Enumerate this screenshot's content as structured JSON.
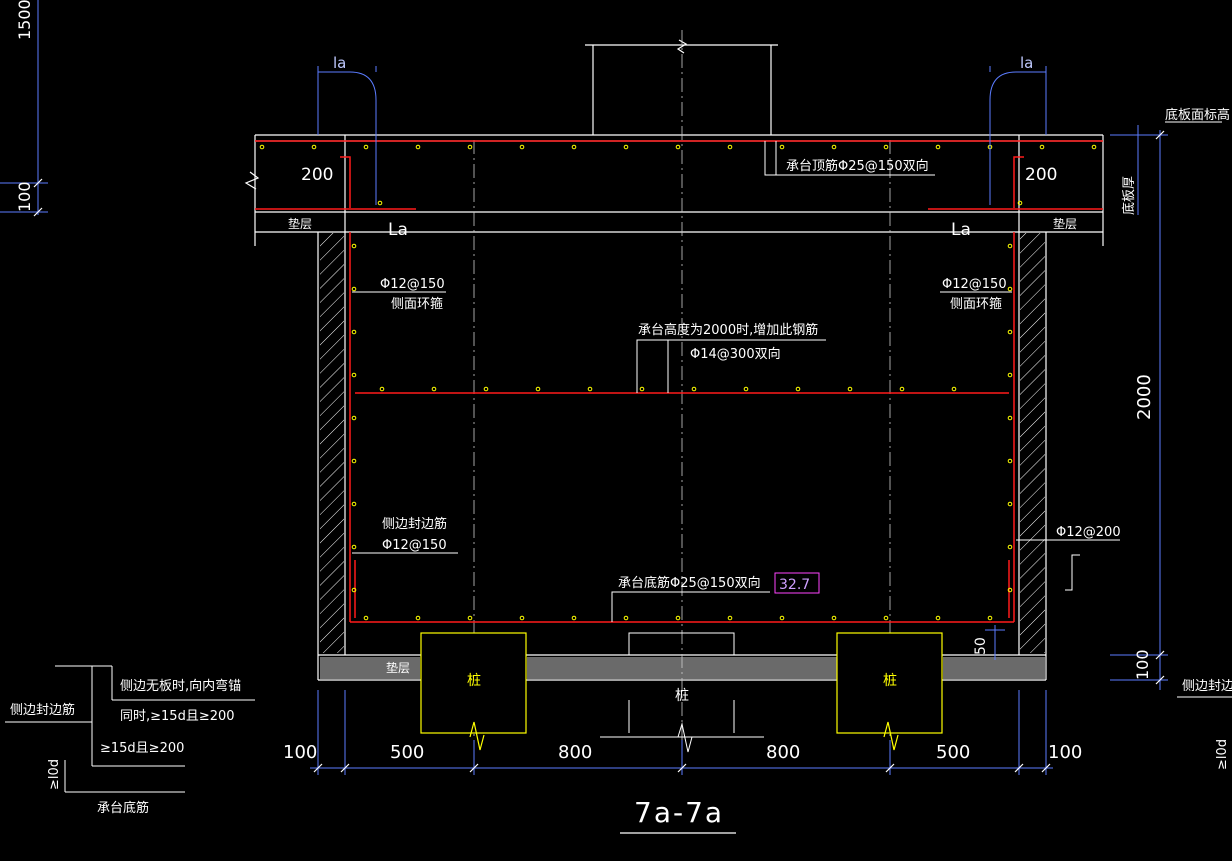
{
  "drawing": {
    "section_title": "7a-7a",
    "pile_label": "桩",
    "cushion_label": "垫层",
    "anchor_small": "la",
    "anchor_large": "La",
    "slab_thickness": "200",
    "slab_top_elev": "底板面标高",
    "slab_thick_label": "底板厚"
  },
  "annotations": {
    "top_rebar": "承台顶筋Φ25@150双向",
    "side_mesh_bar": "Φ12@150",
    "side_mesh_note": "侧面环箍",
    "mid_note": "承台高度为2000时,增加此钢筋",
    "mid_bar": "Φ14@300双向",
    "edge_note": "侧边封边筋",
    "edge_bar": "Φ12@150",
    "bottom_rebar": "承台底筋Φ25@150双向",
    "tag_value": "32.7",
    "right_bar": "Φ12@200",
    "cover_50": "50"
  },
  "dimensions": {
    "bottom": [
      "100",
      "500",
      "800",
      "800",
      "500",
      "100"
    ],
    "height": "2000",
    "right_bottom": "100",
    "left_top": "1500",
    "left_bottom": "100"
  },
  "detail": {
    "edge_label": "侧边封边筋",
    "note1": "侧边无板时,向内弯锚",
    "note2": "同时,≥15d且≥200",
    "note3": "≥15d且≥200",
    "note4": "≥l0d",
    "bottom_label": "承台底筋"
  },
  "partial_right": {
    "edge_label": "侧边封边筋",
    "rot_text": "≥l0d"
  },
  "colors": {
    "background": "#000000",
    "line_white": "#ffffff",
    "rebar_red": "#ff1a1a",
    "pile_yellow": "#ffff00",
    "dim_blue": "#5b7cff",
    "tag_magenta": "#ff44ff"
  }
}
